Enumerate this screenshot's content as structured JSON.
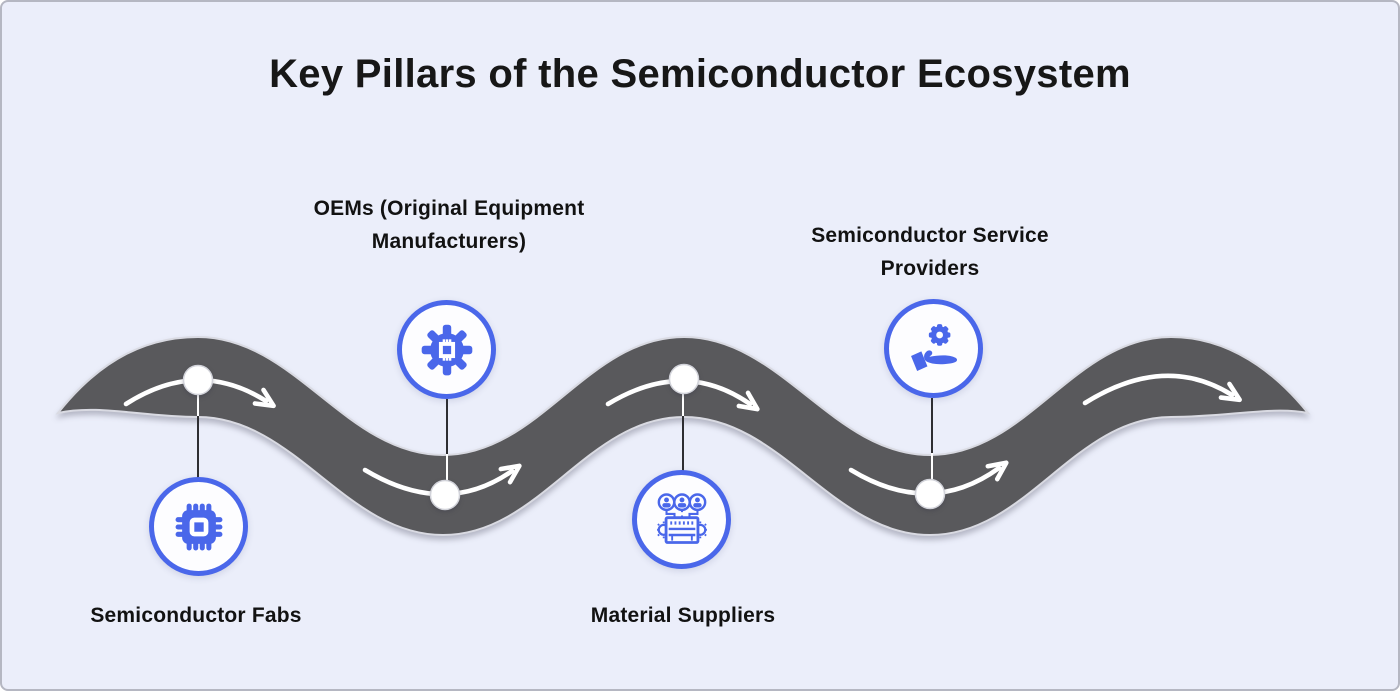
{
  "title": "Key Pillars of the Semiconductor Ecosystem",
  "colors": {
    "background": "#ebeefa",
    "accent_blue": "#4a67ea",
    "road_gray": "#59595c",
    "road_edge": "#d9dae2",
    "arrow_white": "#ffffff",
    "text_dark": "#171717"
  },
  "road": {
    "description": "wavy road ribbon flowing left to right with pointed tips",
    "milestone_dot_count": 4,
    "arrow_count": 5,
    "direction": "left-to-right"
  },
  "nodes": [
    {
      "id": "semiconductor-fabs",
      "icon": "chip-icon",
      "side": "bottom",
      "label_lines": [
        "Semiconductor Fabs"
      ]
    },
    {
      "id": "oems",
      "icon": "gear-chip-icon",
      "side": "top",
      "label_lines": [
        "OEMs (Original Equipment",
        "Manufacturers)"
      ]
    },
    {
      "id": "material-suppliers",
      "icon": "people-machine-icon",
      "side": "bottom",
      "label_lines": [
        "Material Suppliers"
      ]
    },
    {
      "id": "semiconductor-service-providers",
      "icon": "hand-gear-icon",
      "side": "top",
      "label_lines": [
        "Semiconductor Service",
        "Providers"
      ]
    }
  ]
}
